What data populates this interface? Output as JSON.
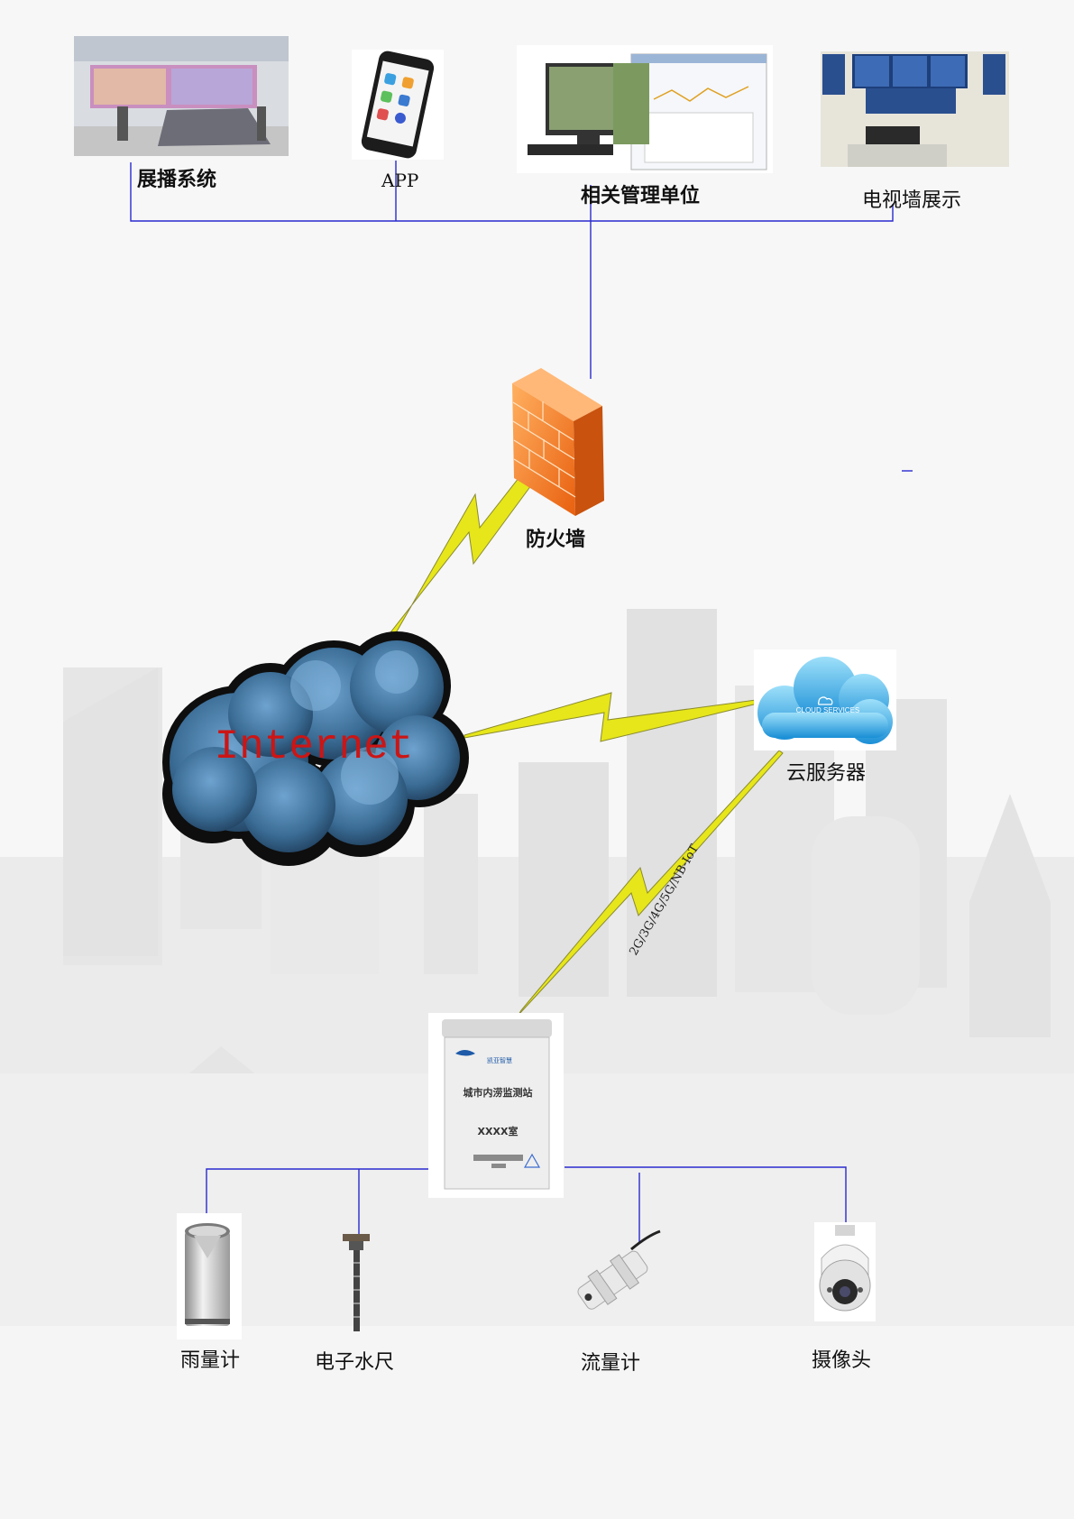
{
  "diagram": {
    "top_nodes": {
      "display_system": "展播系统",
      "app": "APP",
      "management_unit": "相关管理单位",
      "tv_wall": "电视墙展示"
    },
    "firewall": "防火墙",
    "internet": "Internet",
    "cloud_server": "云服务器",
    "cloud_badge": "CLOUD SERVICES",
    "link_label": "2G/3G/4G/5G/NB-IoT",
    "station": {
      "title": "城市内涝监测站",
      "code": "XXXX室",
      "logo_text": "凯亚智慧"
    },
    "sensors": {
      "rain_gauge": "雨量计",
      "water_ruler": "电子水尺",
      "flow_meter": "流量计",
      "camera": "摄像头"
    }
  },
  "colors": {
    "connector": "#2a2ad0",
    "lightning": "#e6e61a",
    "firewall": "#f07a1e",
    "internet_text": "#cc1515",
    "cloud_blue": "#3aa0e0"
  }
}
